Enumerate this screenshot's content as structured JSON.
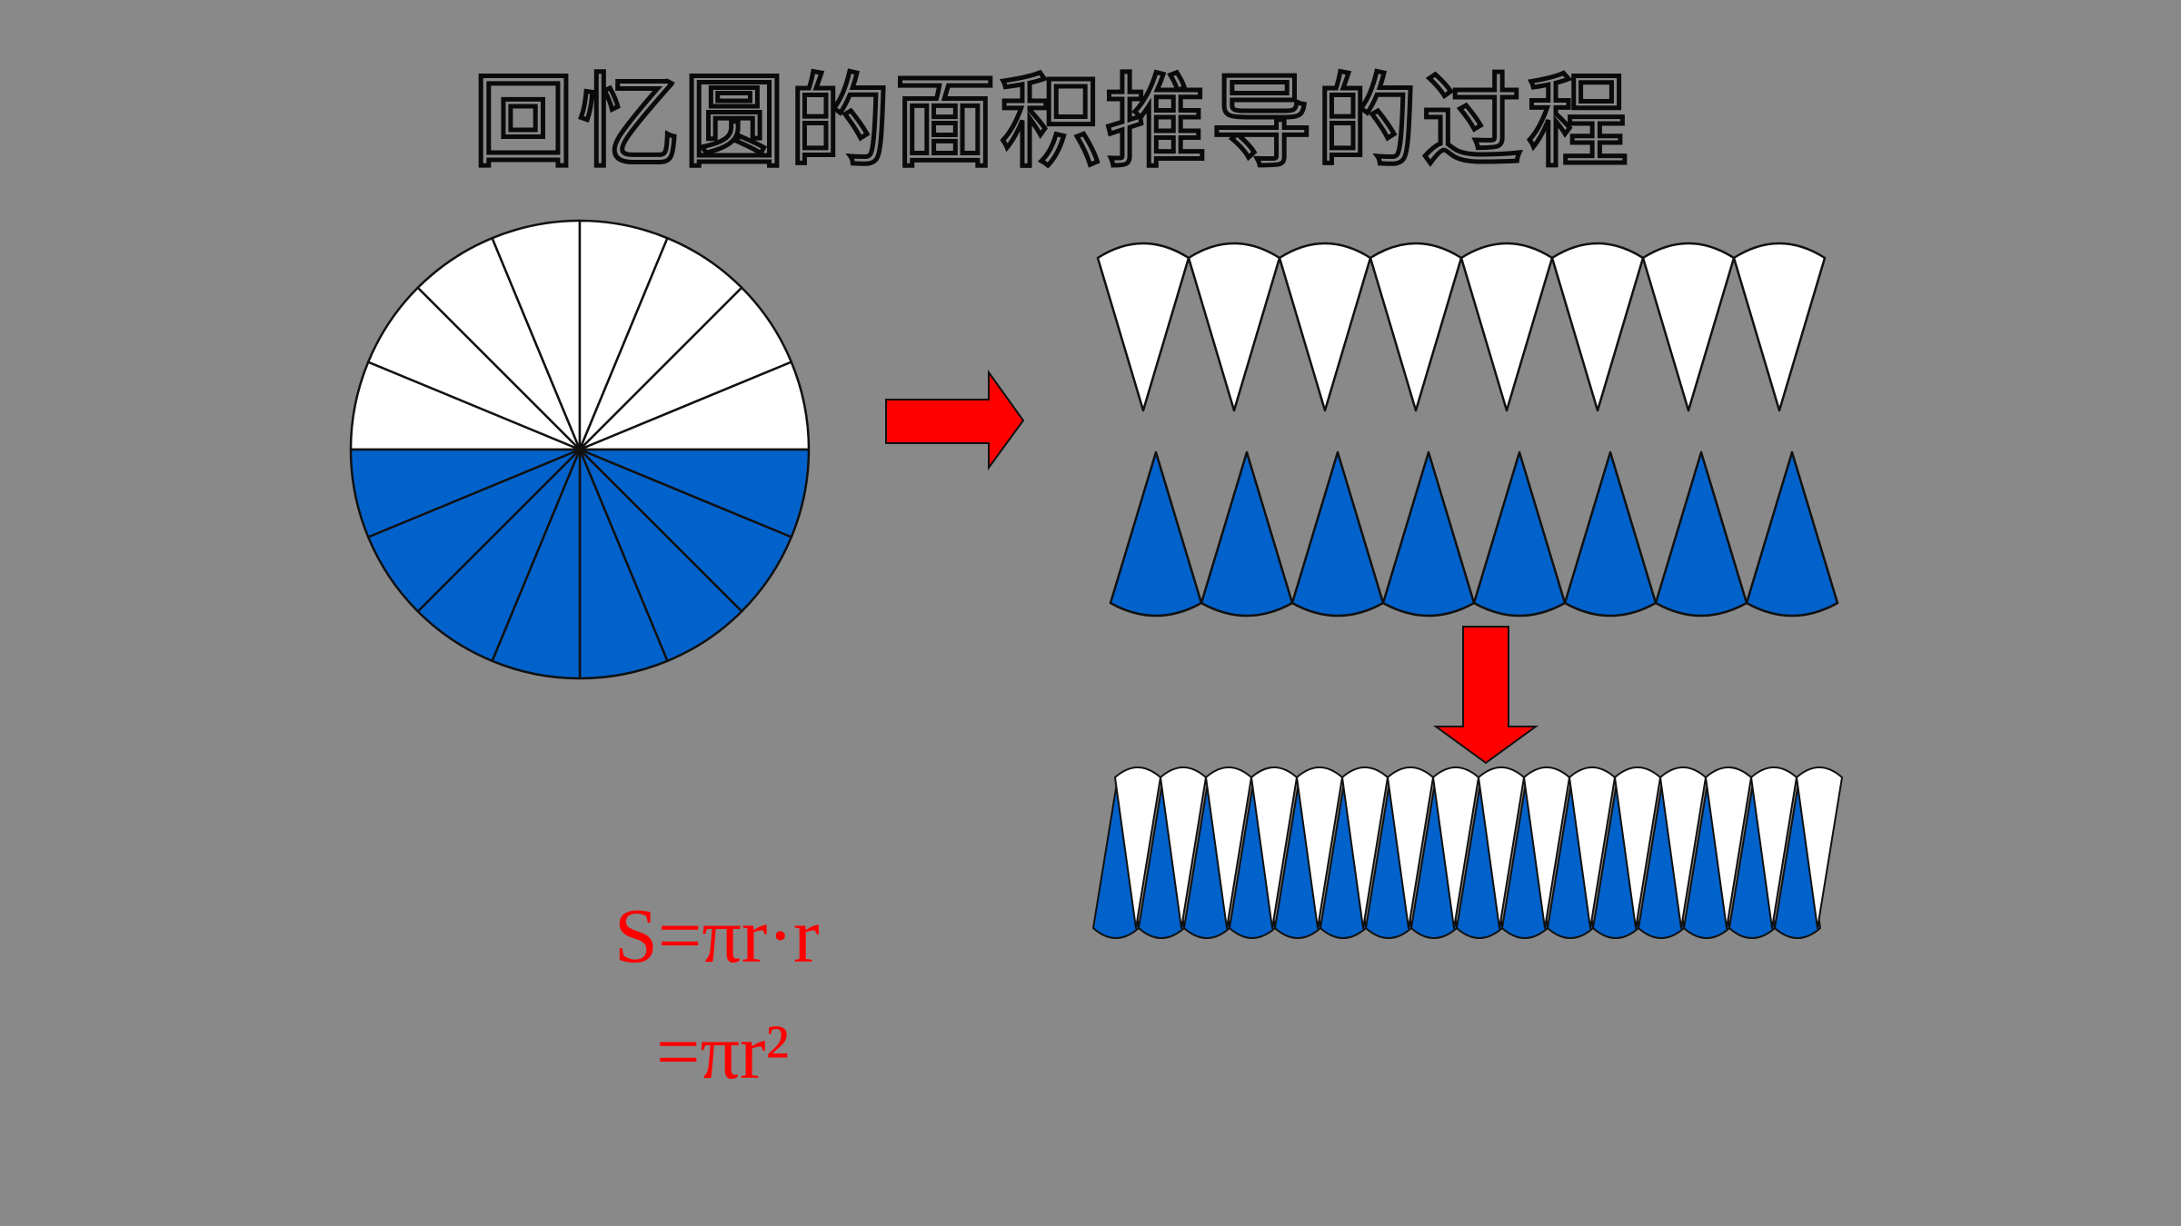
{
  "slide": {
    "title": "回忆圆的面积推导的过程",
    "formula": {
      "line1": "S=πr·r",
      "line2": "=πr²"
    }
  },
  "circle_figure": {
    "total_sectors": 16,
    "colored_sectors": 8
  },
  "upper_row": {
    "count": 8
  },
  "lower_row": {
    "count": 8
  },
  "combined_row": {
    "count": 16
  },
  "colors": {
    "background": "#898989",
    "sector_white": "#ffffff",
    "sector_blue": "#0262cb",
    "arrow_red": "#ff0000",
    "formula_red": "#ff0000",
    "outline": "#111111"
  }
}
